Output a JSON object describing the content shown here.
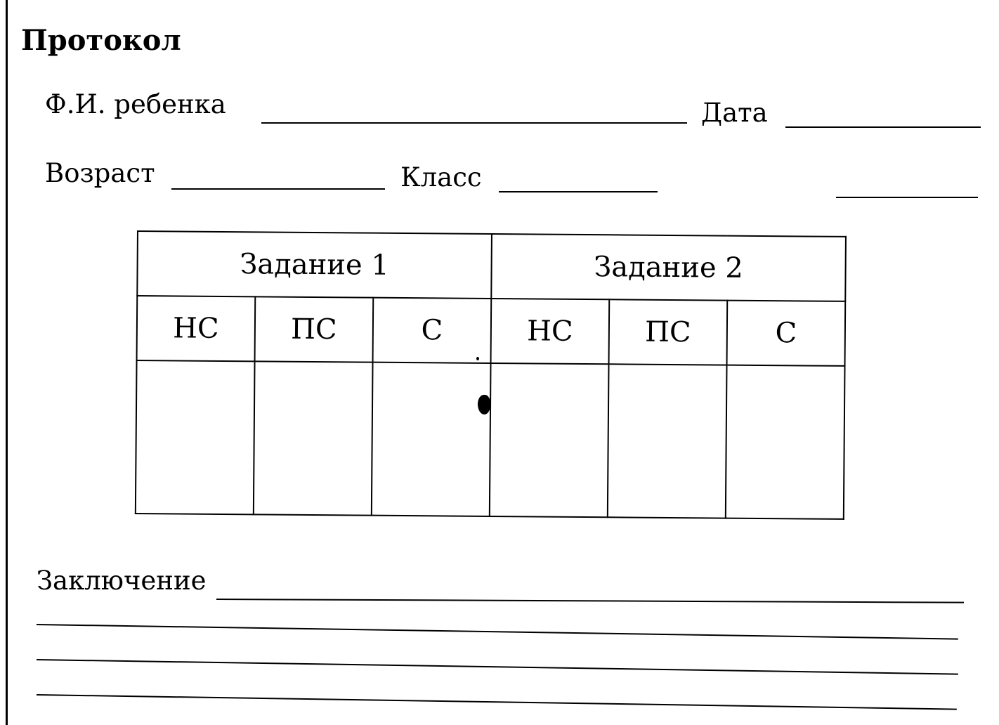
{
  "title": "Протокол",
  "fields": {
    "child_name_label": "Ф.И. ребенка",
    "date_label": "Дата",
    "age_label": "Возраст",
    "class_label": "Класс",
    "conclusion_label": "Заключение"
  },
  "table": {
    "tasks": [
      "Задание 1",
      "Задание 2"
    ],
    "subcolumns": [
      "НС",
      "ПС",
      "С",
      "НС",
      "ПС",
      "С"
    ]
  }
}
